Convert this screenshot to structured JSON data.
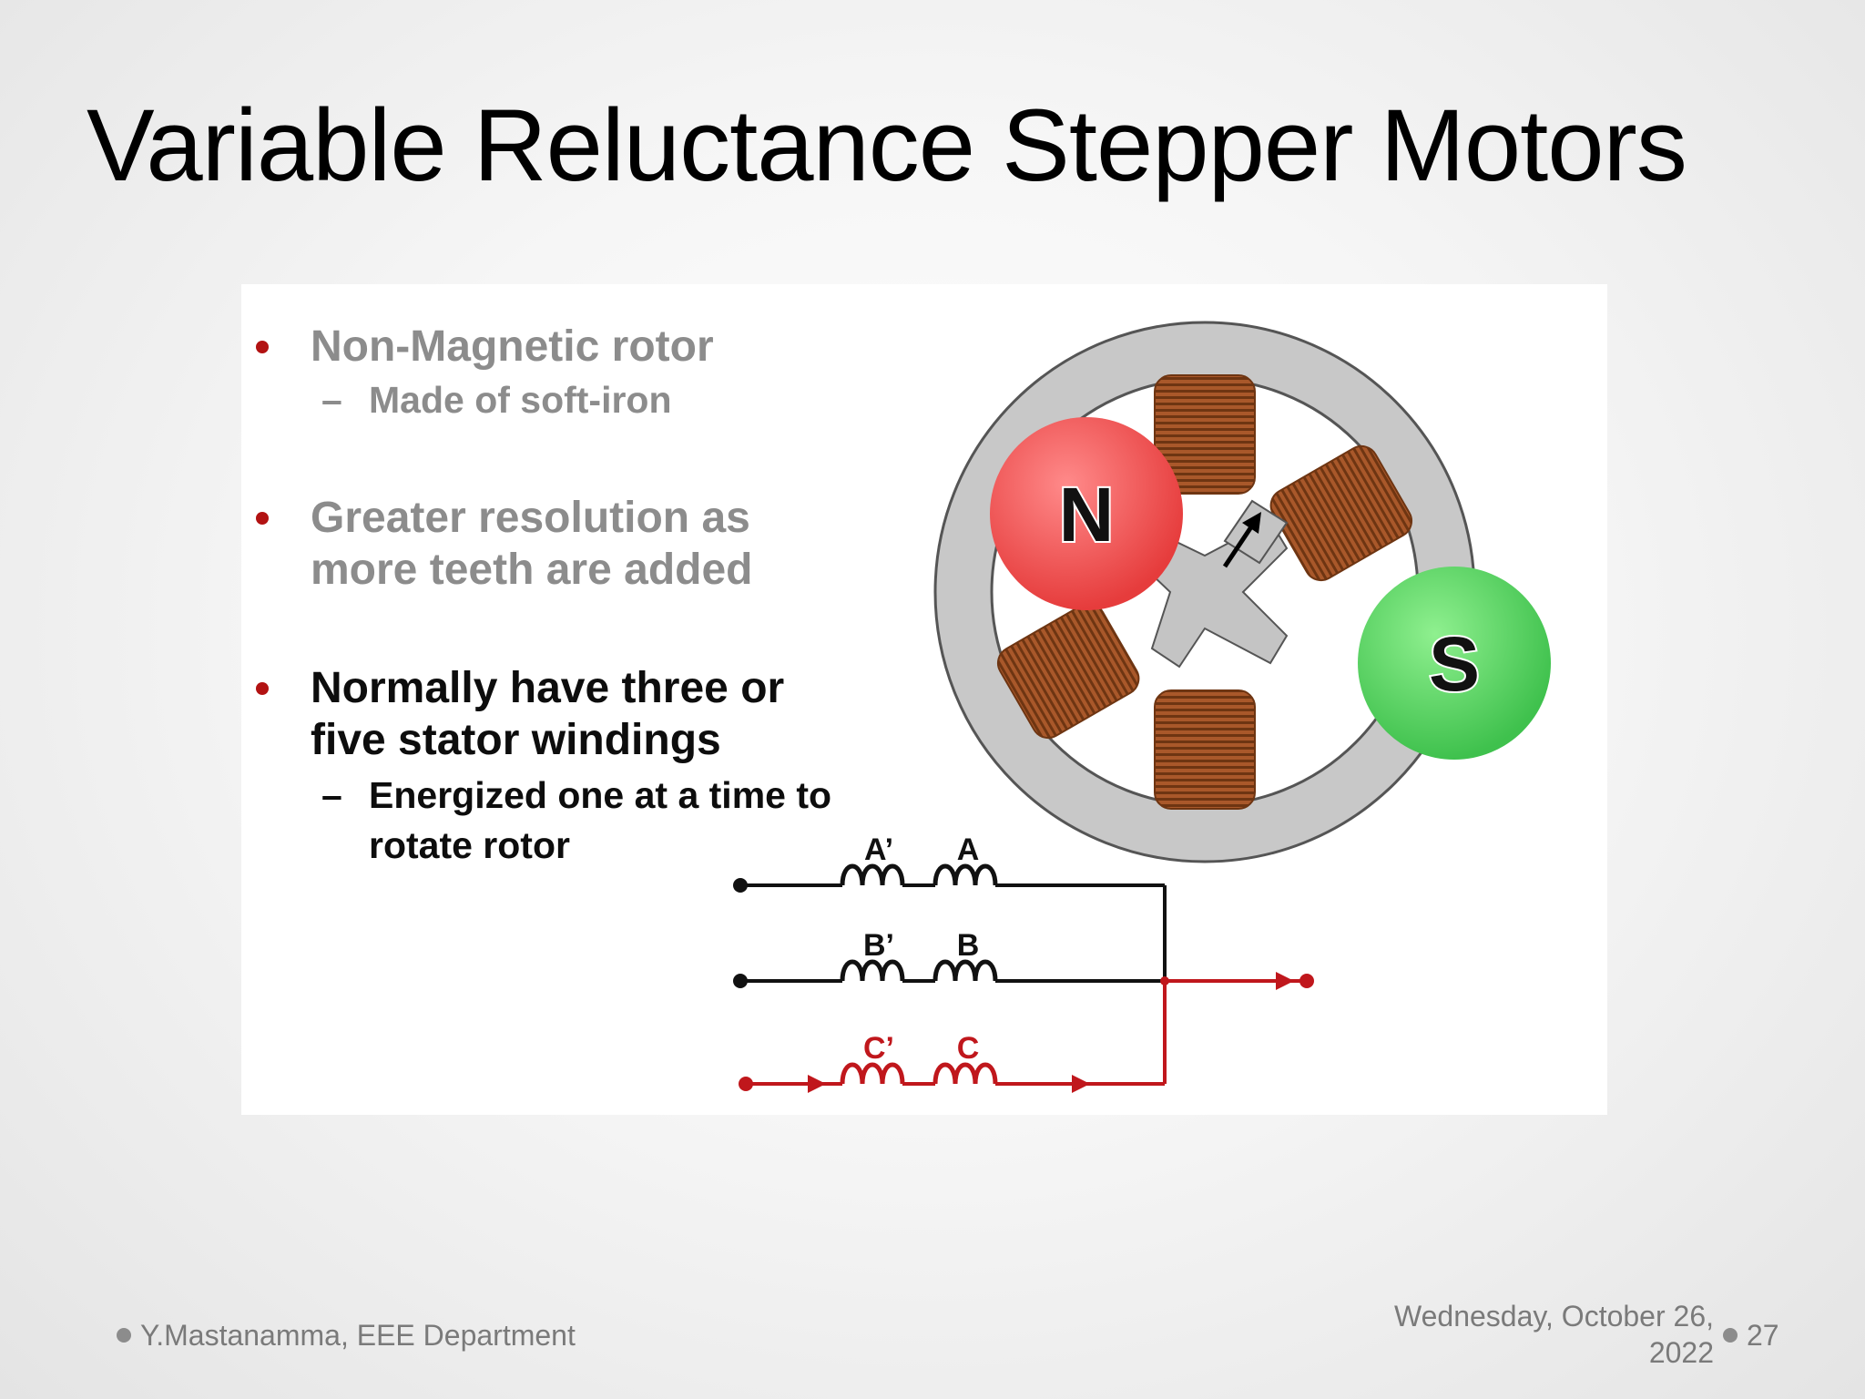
{
  "slide": {
    "title": "Variable Reluctance Stepper Motors"
  },
  "bullets": [
    {
      "text_lines": [
        "Non-Magnetic rotor"
      ],
      "style": "grey",
      "sub": [
        "Made of soft-iron"
      ]
    },
    {
      "text_lines": [
        "Greater resolution as",
        "more teeth are added"
      ],
      "style": "grey",
      "sub": []
    },
    {
      "text_lines": [
        "Normally have three or",
        "five stator windings"
      ],
      "style": "black",
      "sub": [
        "Energized one at a time to",
        "rotate rotor"
      ]
    }
  ],
  "sub_dash": "–",
  "motor": {
    "north_label": "N",
    "south_label": "S",
    "north_color": "#f04848",
    "south_color": "#4fcf5a",
    "coil_color": "#9a4e22",
    "stator_color": "#c8c8c8"
  },
  "circuit": {
    "coil_labels": [
      {
        "left": "A’",
        "right": "A"
      },
      {
        "left": "B’",
        "right": "B"
      },
      {
        "left": "C’",
        "right": "C"
      }
    ],
    "active_color": "#c0171c",
    "inactive_color": "#111111"
  },
  "footer": {
    "author": "Y.Mastanamma, EEE Department",
    "date_line1": "Wednesday, October 26,",
    "date_line2": "2022",
    "page": "27"
  }
}
